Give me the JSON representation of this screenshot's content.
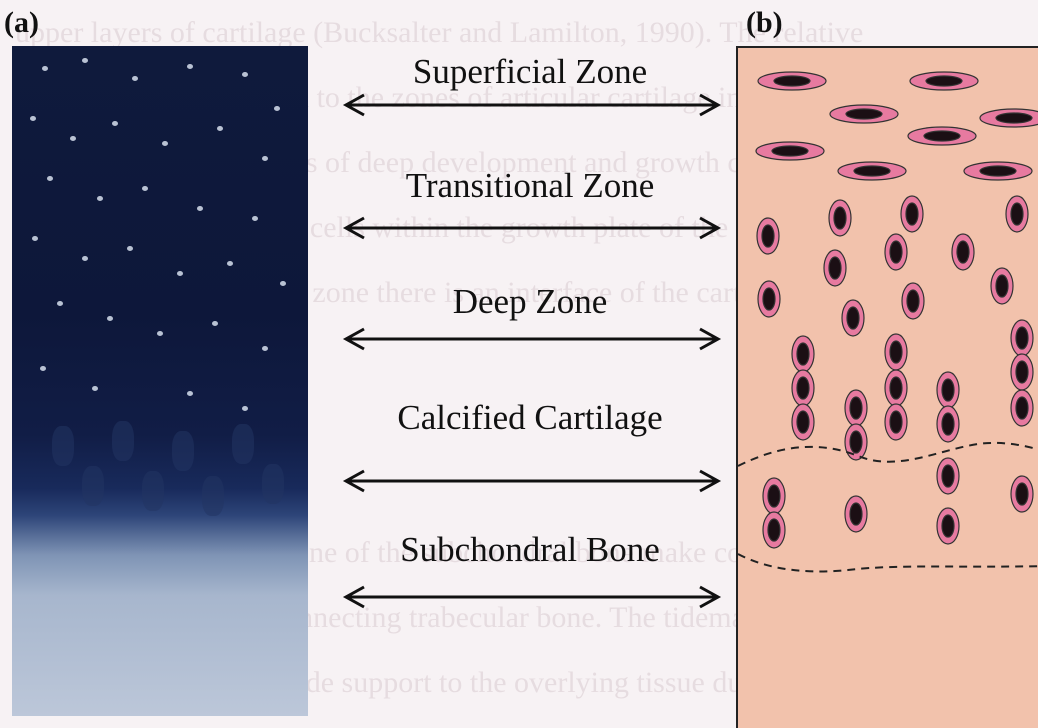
{
  "panels": {
    "a_label": "(a)",
    "b_label": "(b)"
  },
  "zones": [
    {
      "label": "Superficial Zone"
    },
    {
      "label": "Transitional Zone"
    },
    {
      "label": "Deep Zone"
    },
    {
      "label": "Calcified Cartilage"
    },
    {
      "label": "Subchondral Bone"
    }
  ],
  "colors": {
    "schematic_background": "#f2c2ac",
    "cell_outer": "#e77aa0",
    "cell_nucleus": "#1b0f14",
    "photo_top": "#0f1a3c",
    "photo_bottom": "#bcc7d9"
  },
  "icons": {
    "arrow": "double-headed-arrow",
    "tidemark": "dashed-line"
  }
}
